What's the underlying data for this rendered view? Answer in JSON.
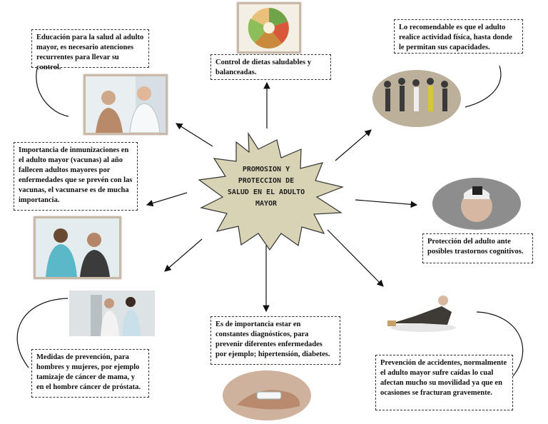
{
  "center": {
    "title": "PROMOSION Y PROTECCION DE SALUD EN EL ADULTO MAYOR"
  },
  "nodes": {
    "education": "Educación para la salud al adulto mayor,  es necesario atenciones recurrentes para llevar su control.",
    "diet": "Control de dietas saludables y balanceadas.",
    "activity": "Lo recomendable es que el adulto realice actividad física, hasta donde le permitan sus capacidades.",
    "vaccines": "Importancia de inmunizaciones en el adulto mayor (vacunas) al año fallecen adultos mayores por enfermedades que se prevén con las vacunas, el vacunarse es de mucha importancia.",
    "cognitive": "Protección del adulto ante posibles trastornos cognitivos.",
    "prevention": "Medidas de prevención, para hombres y mujeres, por ejemplo tamizaje de cáncer de mama, y en el hombre cáncer de próstata.",
    "diagnostics": "Es de importancia estar en constantes diagnósticos, para prevenir diferentes enfermedades por ejemplo; hipertensión, diabetes.",
    "accidents": "Prevención de accidentes, normalmente el adulto mayor sufre caídas lo cual afectan mucho su movilidad ya que en ocasiones  se fracturan gravemente."
  }
}
